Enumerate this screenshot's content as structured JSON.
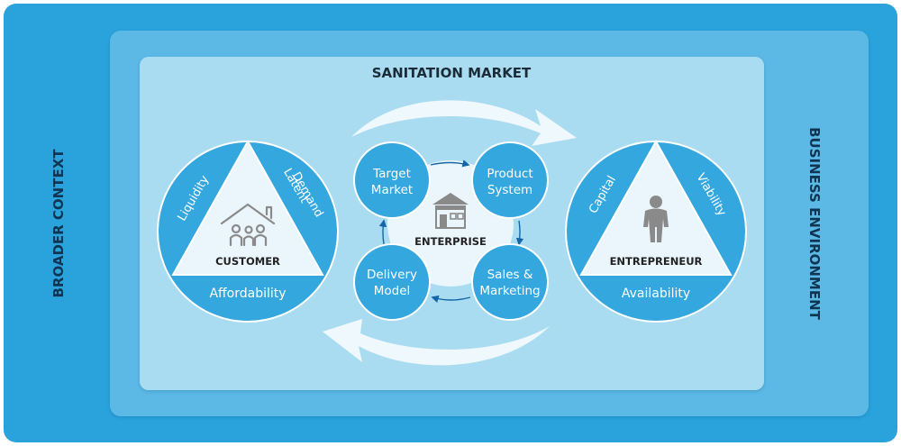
{
  "labels": {
    "broader_context": "BROADER CONTEXT",
    "business_environment": "BUSINESS ENVIRONMENT",
    "sanitation_market": "SANITATION MARKET"
  },
  "customer": {
    "title": "CUSTOMER",
    "left": "Liquidity",
    "right_line1": "Latent",
    "right_line2": "Demand",
    "bottom": "Affordability",
    "icon": "house-family-icon"
  },
  "entrepreneur": {
    "title": "ENTREPRENEUR",
    "left": "Capital",
    "right": "Viability",
    "bottom": "Availability",
    "icon": "person-icon"
  },
  "enterprise": {
    "title": "ENTERPRISE",
    "icon": "shop-icon",
    "nodes": {
      "target_market": {
        "line1": "Target",
        "line2": "Market"
      },
      "product_system": {
        "line1": "Product",
        "line2": "System"
      },
      "sales_marketing": {
        "line1": "Sales &",
        "line2": "Marketing"
      },
      "delivery_model": {
        "line1": "Delivery",
        "line2": "Model"
      }
    }
  },
  "colors": {
    "outer": "#2aa3dd",
    "middle": "#5cb9e6",
    "inner": "#aadcf1",
    "circle": "#34a7df",
    "triangle": "#eaf6fc",
    "icon_gray": "#8a8a8a",
    "arrow": "#1565a8"
  }
}
